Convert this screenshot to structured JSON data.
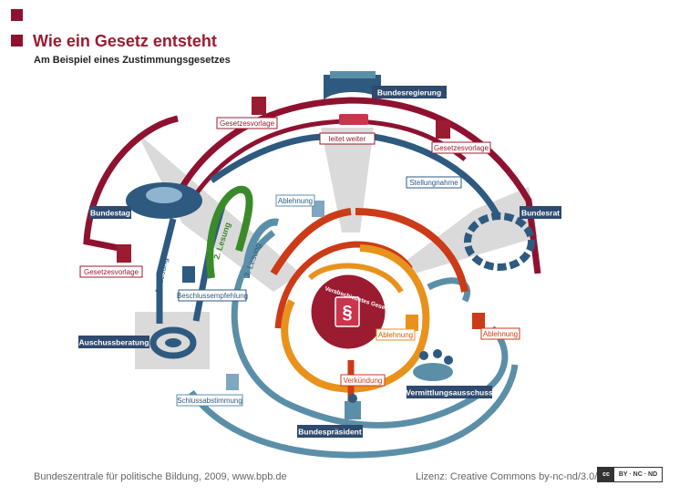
{
  "header": {
    "title": "Wie ein Gesetz entsteht",
    "subtitle": "Am Beispiel eines Zustimmungsgesetzes"
  },
  "labels": {
    "bundesregierung": "Bundesregierung",
    "leitet_weiter": "leitet weiter",
    "gesetzesvorlage_top_left": "Gesetzesvorlage",
    "gesetzesvorlage_top_right": "Gesetzesvorlage",
    "gesetzesvorlage_left": "Gesetzesvorlage",
    "stellungnahme": "Stellungnahme",
    "bundestag": "Bundestag",
    "bundesrat": "Bundesrat",
    "ablehnung_top": "Ablehnung",
    "ablehnung_center": "Ablehnung",
    "ablehnung_right": "Ablehnung",
    "lesung_1": "1. Lesung",
    "lesung_2": "2. Lesung",
    "lesung_3": "3. Lesung",
    "beschlussempfehlung": "Beschlussempfehlung",
    "auschussberatung": "Auschussberatung",
    "verabschiedetes_gesetz": "Verabschiedetes Gesetz",
    "paragraph_symbol": "§",
    "verkuendung": "Verkündung",
    "schlussabstimmung": "Schlussabstimmung",
    "vermittlungsausschuss": "Vermittlungsausschuss",
    "bundespraesident": "Bundespräsident"
  },
  "footer": {
    "left": "Bundeszentrale für politische Bildung, 2009, www.bpb.de",
    "right": "Lizenz: Creative Commons by-nc-nd/3.0/de",
    "cc_icon": "cc",
    "cc_text": "BY · NC · ND"
  },
  "colors": {
    "red_path": "#8e1230",
    "blue_path": "#2e5a80",
    "green_path": "#3a8a2a",
    "teal_path": "#5b8fa8",
    "orange_path": "#e8921c",
    "redorange_path": "#cc3b17",
    "center_fill": "#9b1b30"
  }
}
